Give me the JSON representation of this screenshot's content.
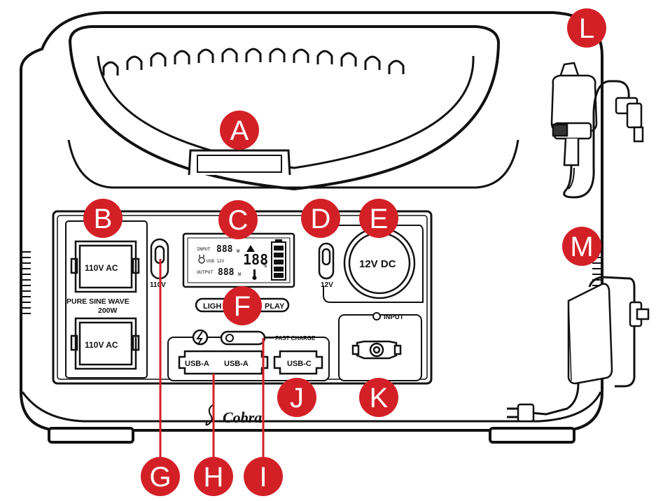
{
  "callouts": {
    "a": "A",
    "b": "B",
    "c": "C",
    "d": "D",
    "e": "E",
    "f": "F",
    "g": "G",
    "h": "H",
    "i": "I",
    "j": "J",
    "k": "K",
    "l": "L",
    "m": "M"
  },
  "outlets": {
    "ac_top": "110V AC",
    "ac_bottom": "110V AC",
    "pure_sine": "PURE SINE WAVE",
    "watt": "200W",
    "ac_switch": "110V",
    "dc_switch": "12V",
    "dc_socket": "12V DC"
  },
  "lcd": {
    "input_label": "INPUT",
    "input_value": "888",
    "input_unit": "W",
    "usb_label": "USB 12V",
    "percent_value": "188",
    "percent_unit": "%",
    "output_label": "OUTPUT",
    "output_value": "888",
    "output_unit": "W"
  },
  "light_display_button": {
    "left": "LIGH",
    "right": "PLAY"
  },
  "usb_panel": {
    "fast_charge": "FAST CHARGE",
    "usb_a_1": "USB-A",
    "usb_a_2": "USB-A",
    "usb_c": "USB-C"
  },
  "input_panel": {
    "input_label": "INPUT"
  },
  "brand": "Cobra",
  "colors": {
    "callout_red": "#d32027",
    "outline": "#111111"
  },
  "icons": {
    "fast_charge": "lightning-bolt-icon",
    "lcd_battery": "battery-level-icon",
    "lcd_thermo": "thermometer-icon",
    "lcd_warning": "warning-triangle-icon"
  }
}
